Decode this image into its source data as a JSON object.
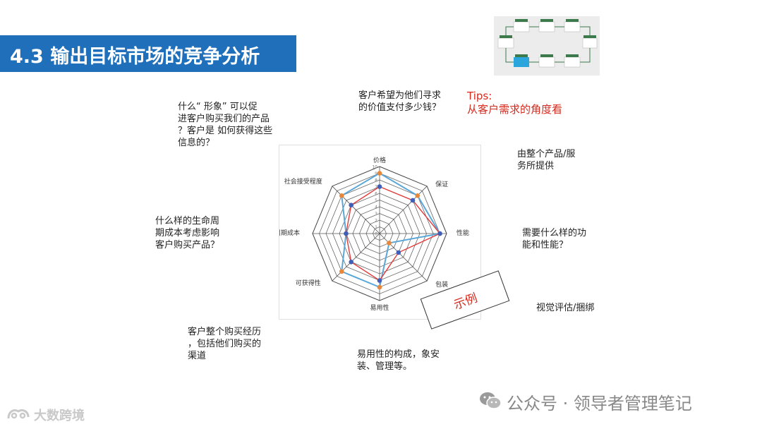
{
  "title": "4.3 输出目标市场的竞争分析",
  "tips": "Tips:\n从客户需求的角度看",
  "notes": {
    "image_q": "什么“ 形象” 可以促\n进客户购买我们的产品\n？客户是 如何获得这些\n信息的？",
    "price_q": "客户希望为他们寻求\n的价值支付多少钱？",
    "warranty_q": "由整个产品/服\n务所提供",
    "performance_q": "需要什么样的功\n能和性能？",
    "lifecycle_q": "什么样的生命周\n期成本考虑影响\n客户购买产品？",
    "packaging_q": "视觉评估/捆绑",
    "availability_q": "客户整个购买经历\n，包括他们购买的\n渠道",
    "usability_q": "易用性的构成，象安\n装、管理等。"
  },
  "stamp_label": "示例",
  "watermark": "公众号 · 领导者管理笔记",
  "logo_text": "大数跨境",
  "colors": {
    "title_bg": "#1f6fba",
    "tips": "#d52b1e",
    "series_outer": "#5aa7d8",
    "series_inner": "#e23b3b",
    "marker_orange": "#e8873a",
    "marker_blue": "#3f5fb8"
  },
  "chart_data": {
    "type": "radar",
    "axes": [
      "价格",
      "保证",
      "性能",
      "包装",
      "易用性",
      "可获得性",
      "生命周期成本",
      "社会接受程度"
    ],
    "axis_tick_labels": [
      "0",
      "1",
      "2",
      "3",
      "4",
      "5",
      "6",
      "7",
      "8",
      "9",
      "10"
    ],
    "range": [
      0,
      10
    ],
    "series": [
      {
        "values": [
          9,
          8,
          9,
          2,
          8,
          8,
          5,
          8
        ]
      },
      {
        "values": [
          7,
          7,
          9,
          4,
          7,
          6,
          5,
          6
        ]
      }
    ]
  }
}
